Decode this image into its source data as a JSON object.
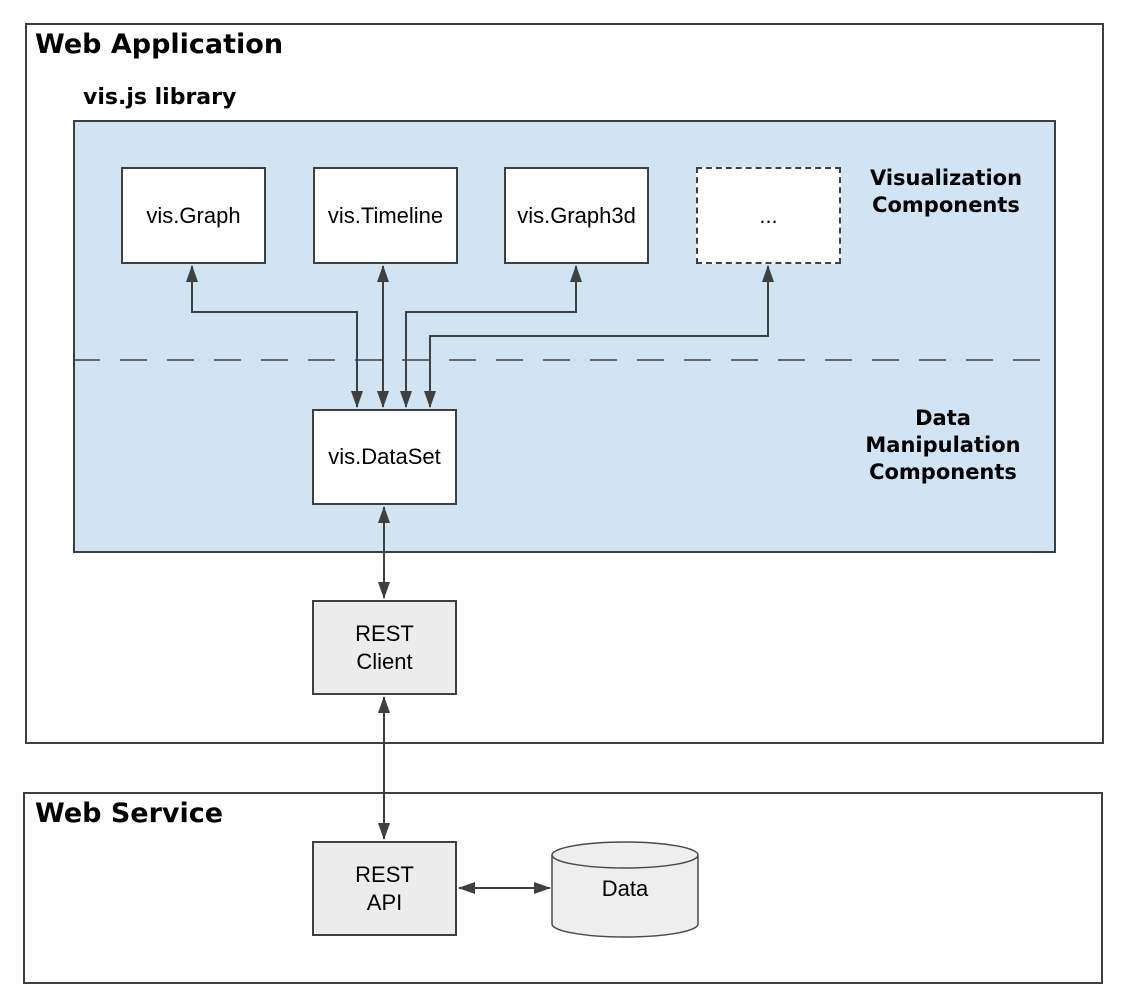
{
  "colors": {
    "panel_blue": "#d0e4f3",
    "node_gray": "#ececec",
    "line_dark": "#3f3f3f",
    "cylinder_fill": "#eeeeee"
  },
  "web_application": {
    "title": "Web Application",
    "library": {
      "label": "vis.js library",
      "visualization_section": "Visualization\nComponents",
      "data_section": "Data\nManipulation\nComponents",
      "components": {
        "graph": "vis.Graph",
        "timeline": "vis.Timeline",
        "graph3d": "vis.Graph3d",
        "more": "..."
      },
      "dataset": "vis.DataSet"
    },
    "rest_client": "REST\nClient"
  },
  "web_service": {
    "title": "Web Service",
    "rest_api": "REST\nAPI",
    "data_store": "Data"
  }
}
